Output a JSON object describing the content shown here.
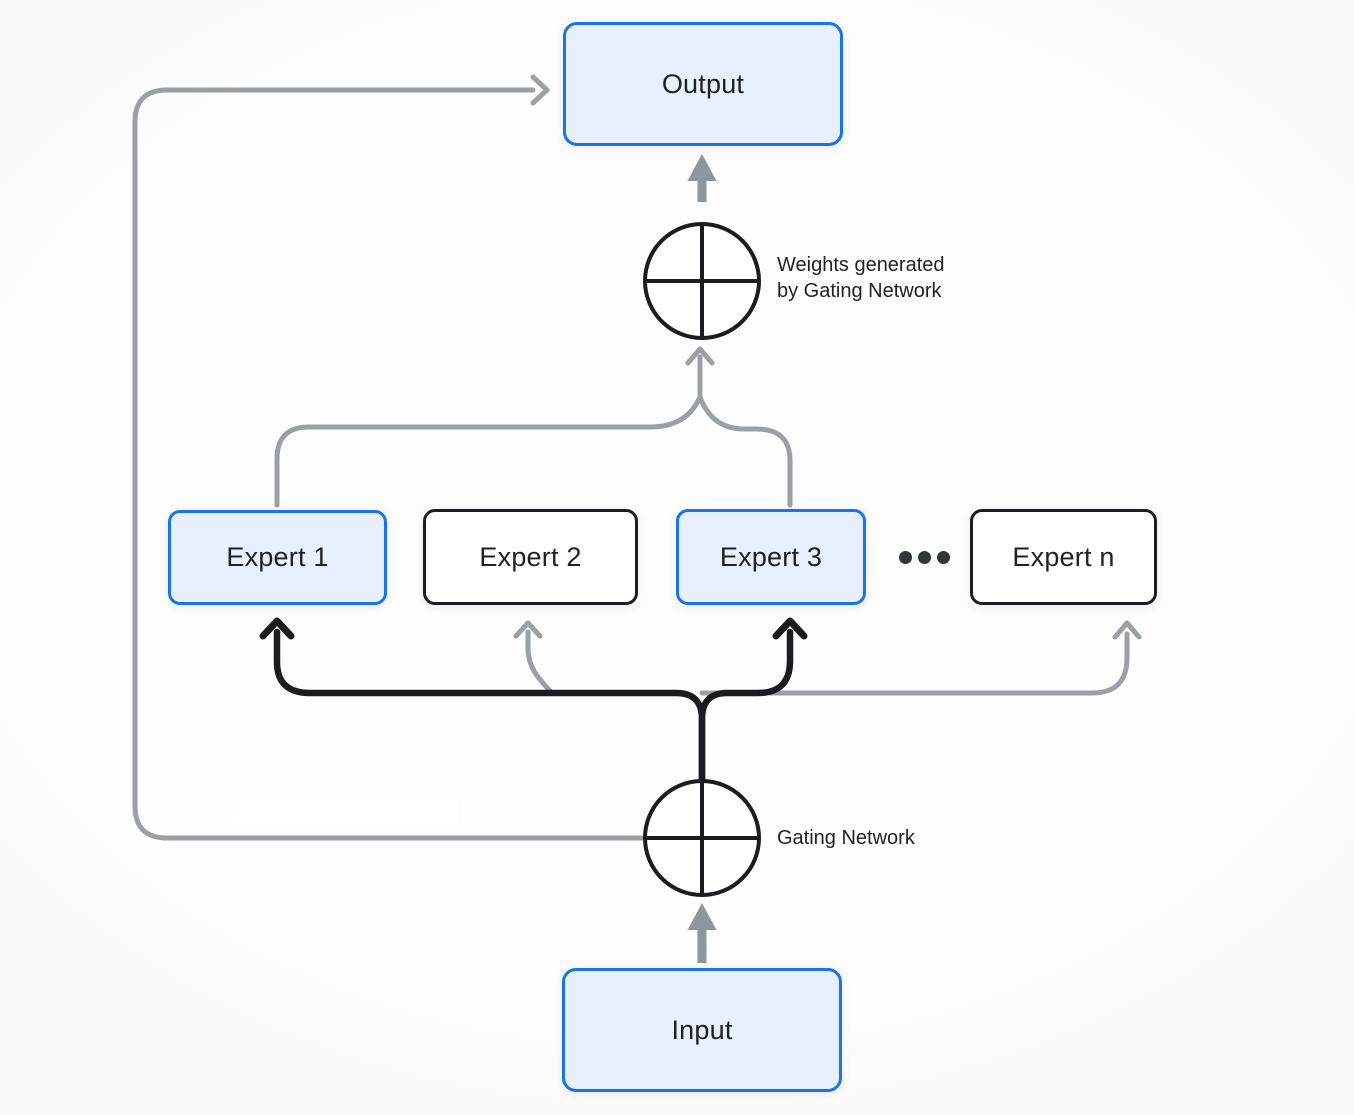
{
  "diagram": {
    "nodes": {
      "output": {
        "label": "Output"
      },
      "input": {
        "label": "Input"
      },
      "experts": [
        {
          "label": "Expert 1",
          "highlighted": true
        },
        {
          "label": "Expert 2",
          "highlighted": false
        },
        {
          "label": "Expert 3",
          "highlighted": true
        },
        {
          "label": "Expert n",
          "highlighted": false
        }
      ]
    },
    "annotations": {
      "weighted_sum_line1": "Weights generated",
      "weighted_sum_line2": "by Gating Network",
      "gating_network": "Gating Network"
    },
    "icons": {
      "weighted_sum": "circled-plus",
      "gating_network": "circled-plus",
      "ellipsis": "three-horizontal-dots"
    },
    "colors": {
      "highlight_border": "#1a73e8",
      "highlight_fill": "#e8f0fe",
      "default_border": "#1b1d20",
      "default_fill": "#ffffff",
      "active_path": "#1a1c1f",
      "inactive_path": "#9aa0a6",
      "text": "#202124"
    }
  }
}
